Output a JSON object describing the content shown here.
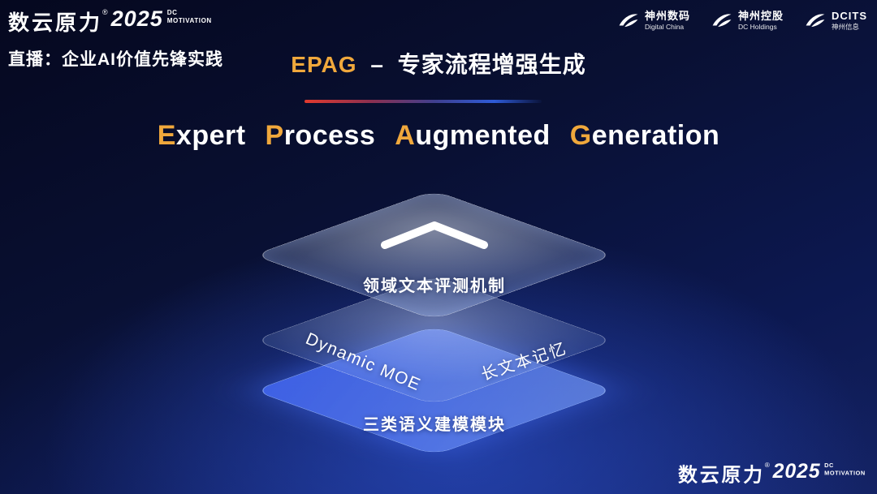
{
  "header": {
    "brand": {
      "name": "数云原力",
      "reg": "®",
      "year": "2025",
      "dc": "DC",
      "motivation": "MOTIVATION"
    },
    "live_label": "直播：企业AI价值先锋实践",
    "logos": [
      {
        "name": "神州数码",
        "sub": "Digital China"
      },
      {
        "name": "神州控股",
        "sub": "DC Holdings"
      },
      {
        "name": "DCITS",
        "sub": "神州信息"
      }
    ]
  },
  "title": {
    "highlight": "EPAG",
    "separator": "–",
    "rest": "专家流程增强生成"
  },
  "subtitle": {
    "words": [
      {
        "initial": "E",
        "rest": "xpert"
      },
      {
        "initial": "P",
        "rest": "rocess"
      },
      {
        "initial": "A",
        "rest": "ugmented"
      },
      {
        "initial": "G",
        "rest": "eneration"
      }
    ]
  },
  "diagram": {
    "top_layer_label": "领域文本评测机制",
    "middle_layer_left_label": "Dynamic MOE",
    "middle_layer_right_label": "长文本记忆",
    "bottom_layer_label": "三类语义建模模块"
  },
  "footer": {
    "brand": {
      "name": "数云原力",
      "reg": "®",
      "year": "2025",
      "dc": "DC",
      "motivation": "MOTIVATION"
    }
  },
  "colors": {
    "accent_gold": "#F0A83C",
    "divider_red": "#E23A2E",
    "divider_blue": "#2E5BD8",
    "layer_blue": "#4A6FF0"
  }
}
